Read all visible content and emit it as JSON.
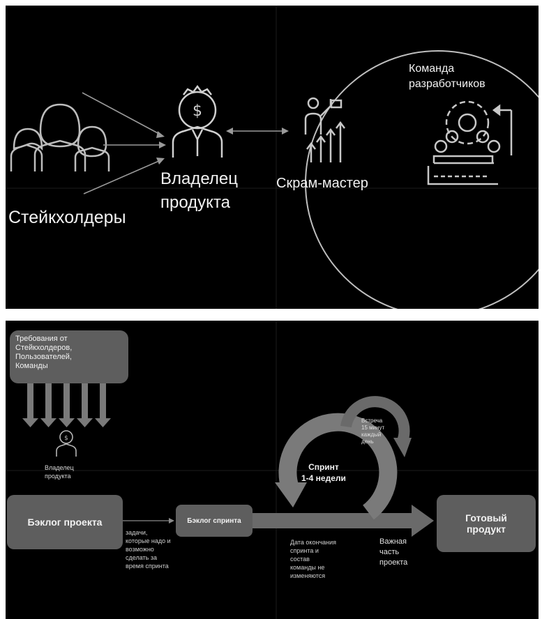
{
  "top": {
    "stakeholders_label": "Стейкхолдеры",
    "product_owner_label": "Владелец\nпродукта",
    "scrum_master_label": "Скрам-мастер",
    "dev_team_label": "Команда\nразработчиков",
    "icons": [
      "people-group-icon",
      "businessman-gear-dollar-icon",
      "leader-flag-arrows-icon",
      "team-gear-icon"
    ]
  },
  "bottom": {
    "requirements_label": "Требования от\nСтейкхолдеров,\nПользователей,\nКоманды",
    "product_owner_label": "Владелец\nпродукта",
    "product_backlog_label": "Бэклог проекта",
    "backlog_note": "задачи,\nкоторые надо и\nвозможно\nсделать за\nвремя спринта",
    "sprint_backlog_label": "Бэклог спринта",
    "sprint_label": "Спринт\n1-4 недели",
    "daily_label": "Встреча\n15 минут\nкаждый\nдень",
    "sprint_note": "Дата окончания\nспринта и\nсостав\nкоманды не\nизменяются",
    "important_part_label": "Важная\nчасть\nпроекта",
    "done_label": "Готовый\nпродукт",
    "colors": {
      "box": "#5e5e5e",
      "arrow": "#7a7a7a",
      "text": "#f2f2f2"
    }
  }
}
